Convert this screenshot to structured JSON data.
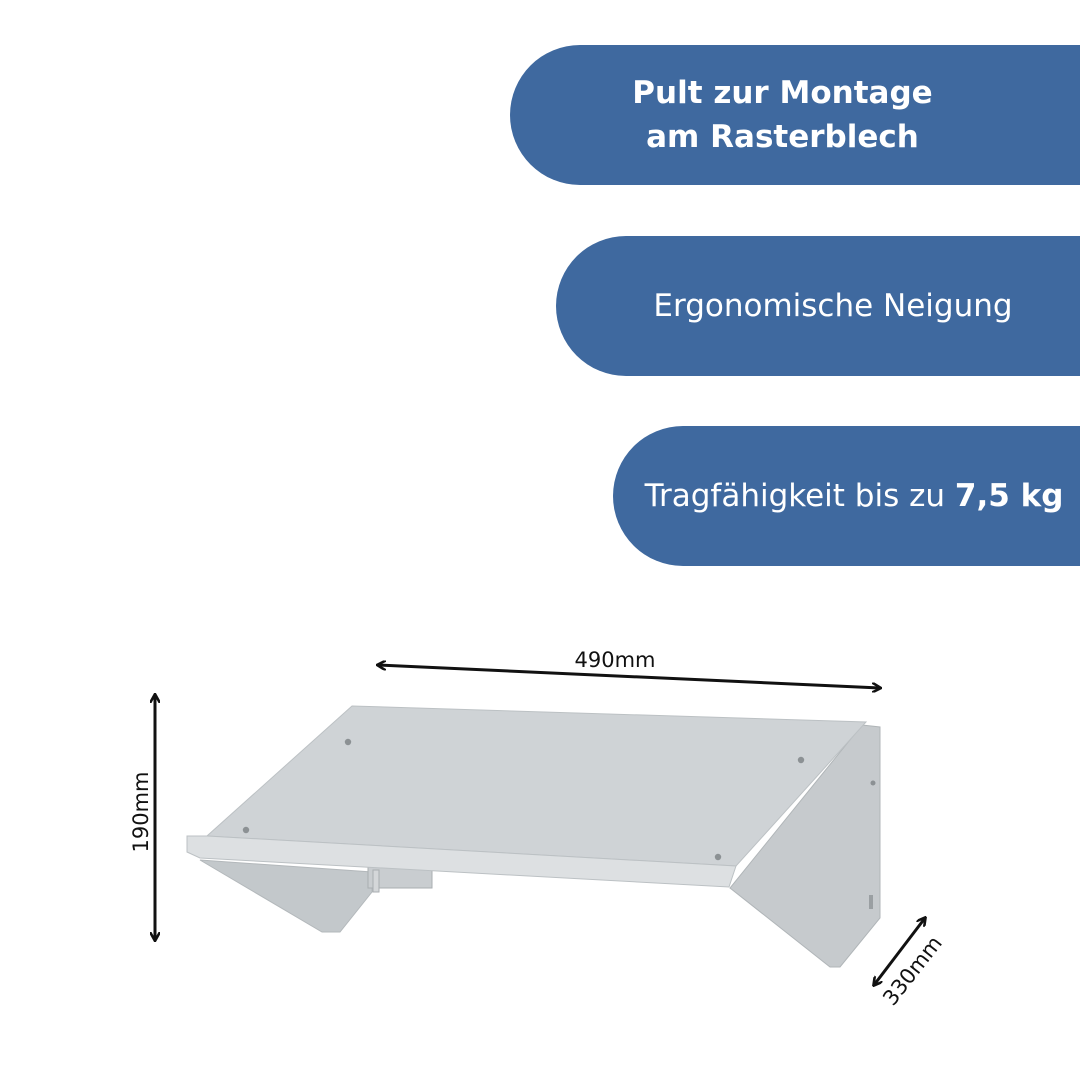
{
  "badges": {
    "color": "#3f699f",
    "montage": {
      "line1": "Pult zur Montage",
      "line2": "am Rasterblech"
    },
    "neigung": {
      "label": "Ergonomische Neigung"
    },
    "tragfaehigkeit": {
      "prefix": "Tragfähigkeit bis zu ",
      "value": "7,5 kg"
    }
  },
  "dimensions": {
    "width": "490mm",
    "height": "190mm",
    "depth": "330mm"
  },
  "product": {
    "color": "#ccd0d3"
  }
}
